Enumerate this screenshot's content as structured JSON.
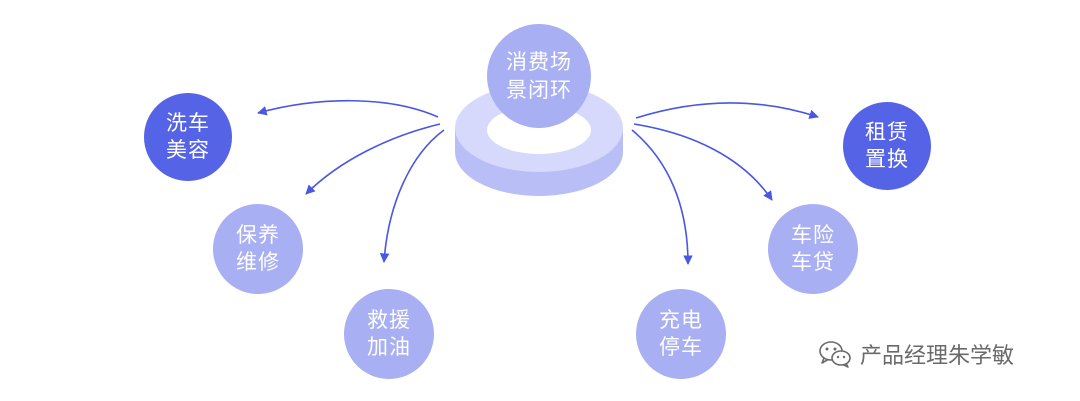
{
  "center": {
    "line1": "消费场",
    "line2": "景闭环"
  },
  "nodes": {
    "car_wash": {
      "line1": "洗车",
      "line2": "美容"
    },
    "maintenance": {
      "line1": "保养",
      "line2": "维修"
    },
    "rescue": {
      "line1": "救援",
      "line2": "加油"
    },
    "charging": {
      "line1": "充电",
      "line2": "停车"
    },
    "insurance": {
      "line1": "车险",
      "line2": "车贷"
    },
    "leasing": {
      "line1": "租赁",
      "line2": "置换"
    }
  },
  "watermark": {
    "text": "产品经理朱学敏",
    "icon": "wechat-icon"
  },
  "colors": {
    "dark_node": "#5563e6",
    "light_node": "#a8aff2",
    "arrow": "#4a57e0",
    "ring_top": "#d6d9fb",
    "ring_side": "#b9bef7"
  }
}
